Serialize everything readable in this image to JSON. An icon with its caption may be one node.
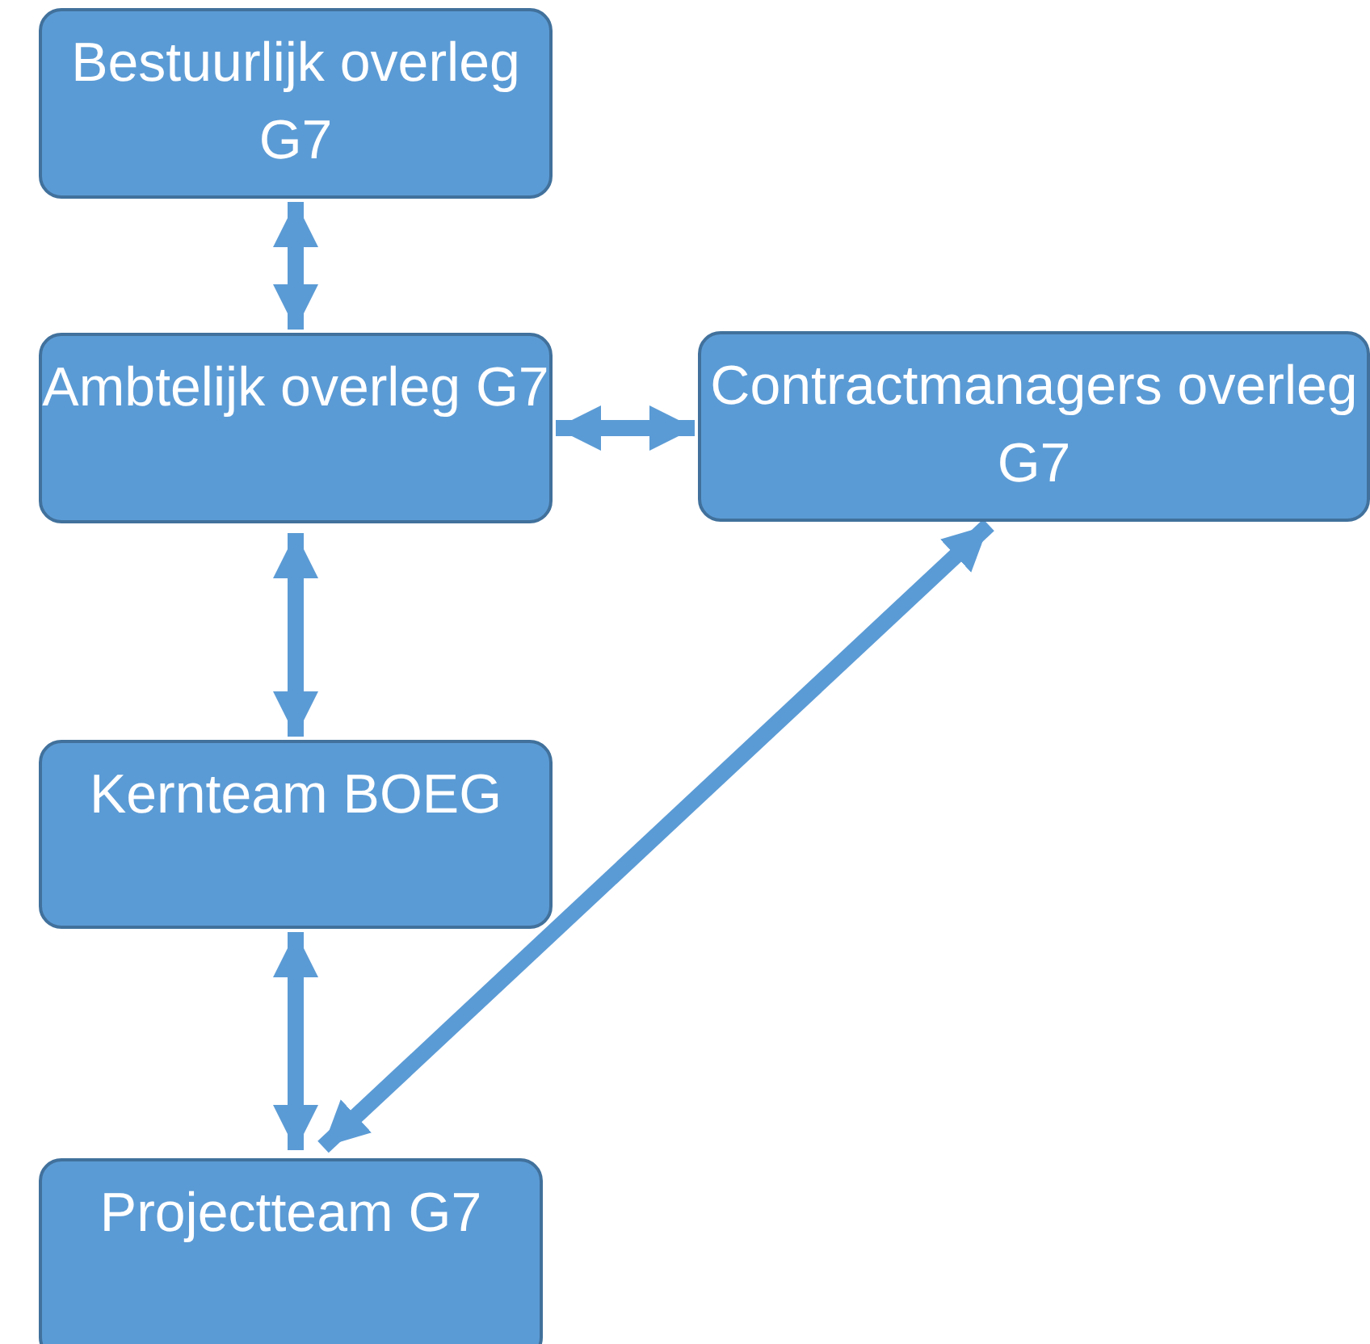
{
  "diagram": {
    "nodes": [
      {
        "text": [
          "Bestuurlijk overleg G7"
        ]
      },
      {
        "text": [
          "Ambtelijk overleg G7"
        ]
      },
      {
        "text": [
          "Contractmanagers overleg G7"
        ]
      },
      {
        "text": [
          "Kernteam BOEG"
        ]
      },
      {
        "text": [
          "Projectteam G7"
        ]
      }
    ],
    "edges": [
      {
        "from": 0,
        "to": 1,
        "arrow": "both"
      },
      {
        "from": 1,
        "to": 2,
        "arrow": "both"
      },
      {
        "from": 1,
        "to": 3,
        "arrow": "both"
      },
      {
        "from": 3,
        "to": 4,
        "arrow": "both"
      },
      {
        "from": 2,
        "to": 4,
        "arrow": "both"
      }
    ]
  }
}
